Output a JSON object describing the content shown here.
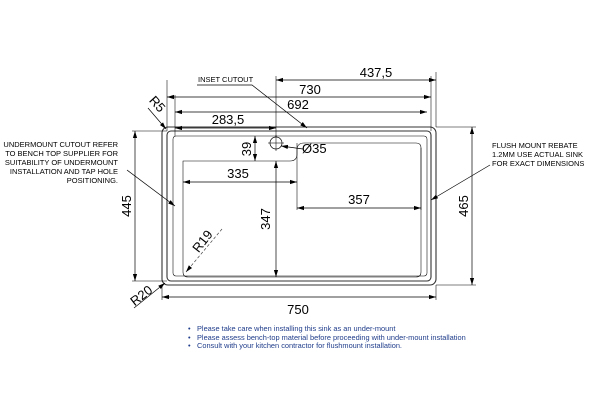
{
  "dimensions": {
    "d437": "437,5",
    "d730": "730",
    "d692": "692",
    "d283": "283,5",
    "d39": "39",
    "d35": "Ø35",
    "d335": "335",
    "d357": "357",
    "d347": "347",
    "d445": "445",
    "d465": "465",
    "d750": "750",
    "r5": "R5",
    "r19": "R19",
    "r20": "R20"
  },
  "labels": {
    "inset_cutout": "INSET CUTOUT",
    "undermount_lines": [
      "UNDERMOUNT CUTOUT REFER",
      "TO BENCH TOP SUPPLIER FOR",
      "SUITABILITY OF UNDERMOUNT",
      "INSTALLATION AND TAP HOLE",
      "POSITIONING."
    ],
    "flush_lines": [
      "FLUSH MOUNT REBATE",
      "1.2MM USE ACTUAL SINK",
      "FOR EXACT DIMENSIONS"
    ]
  },
  "notes": [
    "Please take care when installing this sink as an under-mount",
    "Please assess bench-top material before proceeding with under-mount installation",
    "Consult with your kitchen contractor for flushmount installation."
  ]
}
